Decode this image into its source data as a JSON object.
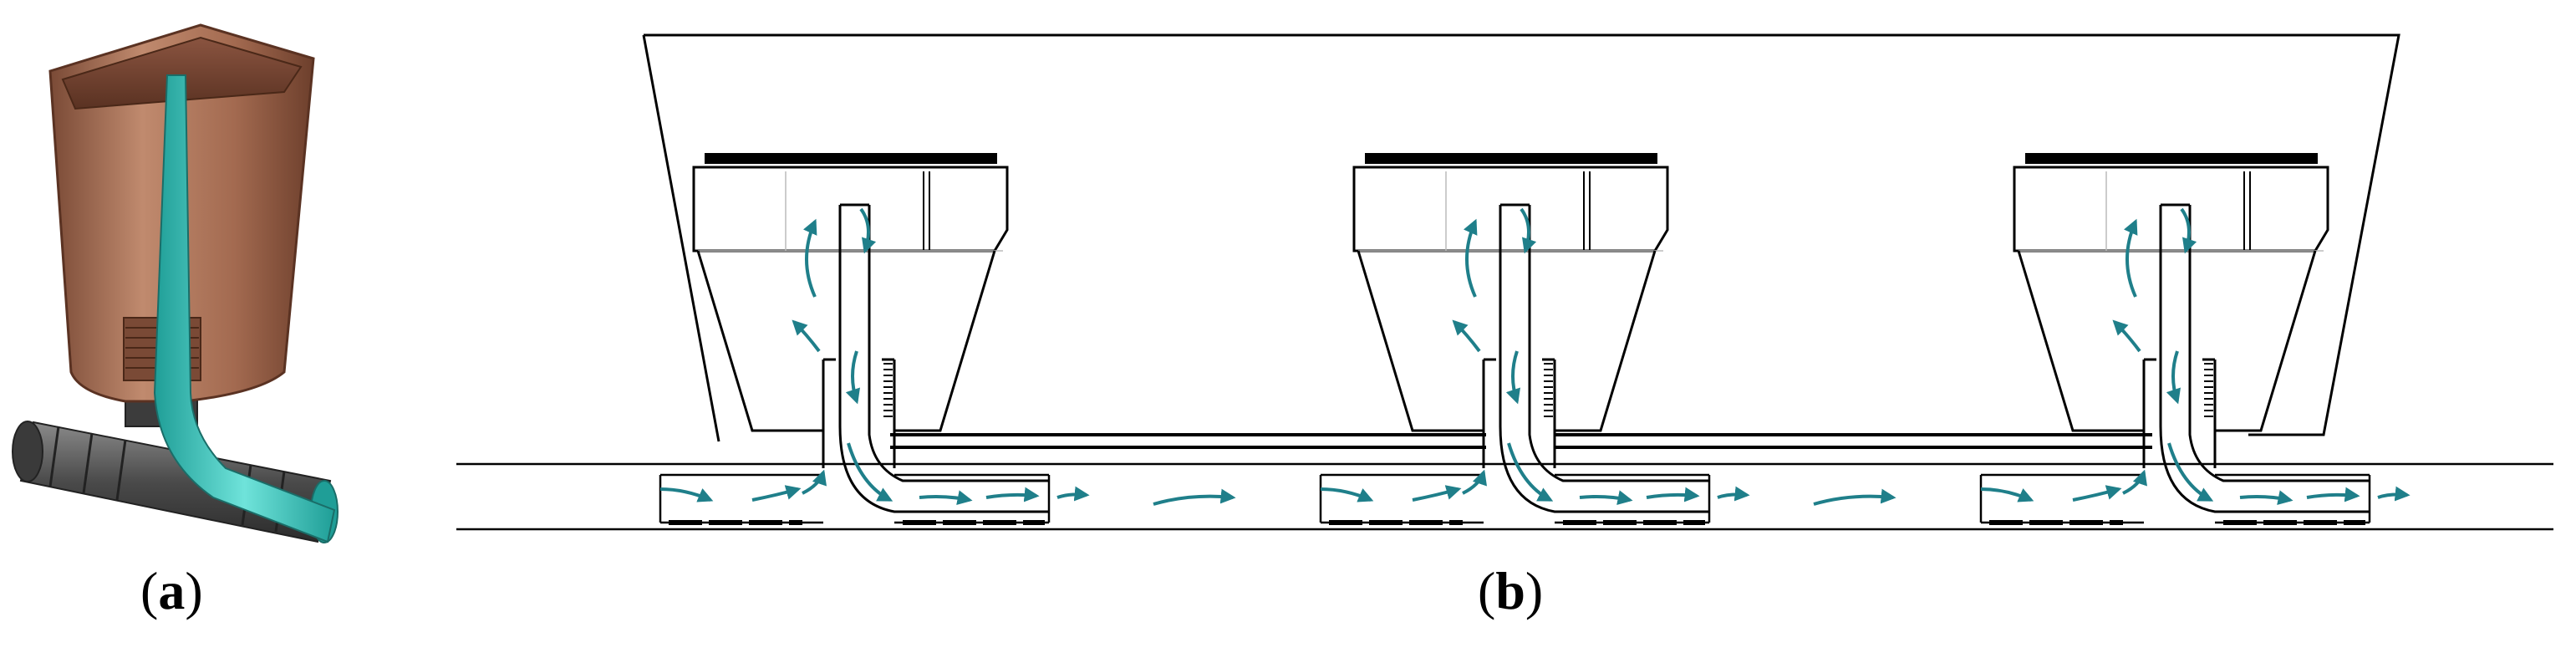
{
  "captions": {
    "a_open": "(",
    "a_letter": "a",
    "a_close": ")",
    "b_open": "(",
    "b_letter": "b",
    "b_close": ")"
  },
  "colors": {
    "line": "#000000",
    "flow_arrow": "#1f7f8a",
    "tube_cyan": "#4fd0c8",
    "cup_copper": "#a36a50",
    "pipe_gray": "#5c5c5c"
  },
  "icons": {
    "flow": "teal-flow-arrow"
  }
}
